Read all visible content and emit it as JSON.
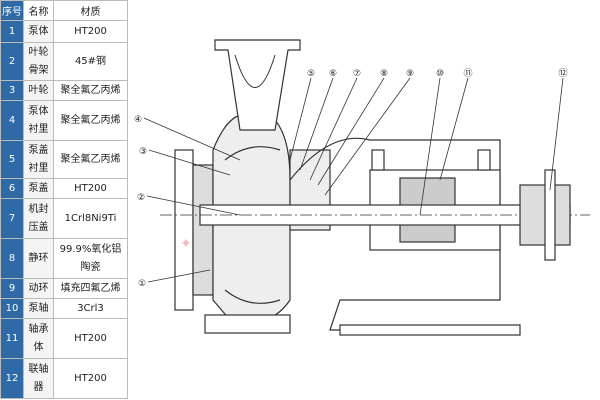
{
  "table": {
    "headers": [
      "序号",
      "名称",
      "材质"
    ],
    "rows": [
      {
        "no": "1",
        "name": "泵体",
        "material": "HT200"
      },
      {
        "no": "2",
        "name": "叶轮骨架",
        "material": "45#钢"
      },
      {
        "no": "3",
        "name": "叶轮",
        "material": "聚全氟乙丙烯"
      },
      {
        "no": "4",
        "name": "泵体衬里",
        "material": "聚全氟乙丙烯"
      },
      {
        "no": "5",
        "name": "泵盖衬里",
        "material": "聚全氟乙丙烯"
      },
      {
        "no": "6",
        "name": "泵盖",
        "material": "HT200"
      },
      {
        "no": "7",
        "name": "机封压盖",
        "material": "1Crl8Ni9Ti"
      },
      {
        "no": "8",
        "name": "静环",
        "material": "99.9%氧化铝陶瓷"
      },
      {
        "no": "9",
        "name": "动环",
        "material": "填充四氟乙烯"
      },
      {
        "no": "10",
        "name": "泵轴",
        "material": "3Crl3"
      },
      {
        "no": "11",
        "name": "轴承体",
        "material": "HT200"
      },
      {
        "no": "12",
        "name": "联轴器",
        "material": "HT200"
      }
    ]
  },
  "callouts": [
    "①",
    "②",
    "③",
    "④",
    "⑤",
    "⑥",
    "⑦",
    "⑧",
    "⑨",
    "⑩",
    "⑪",
    "⑫"
  ]
}
